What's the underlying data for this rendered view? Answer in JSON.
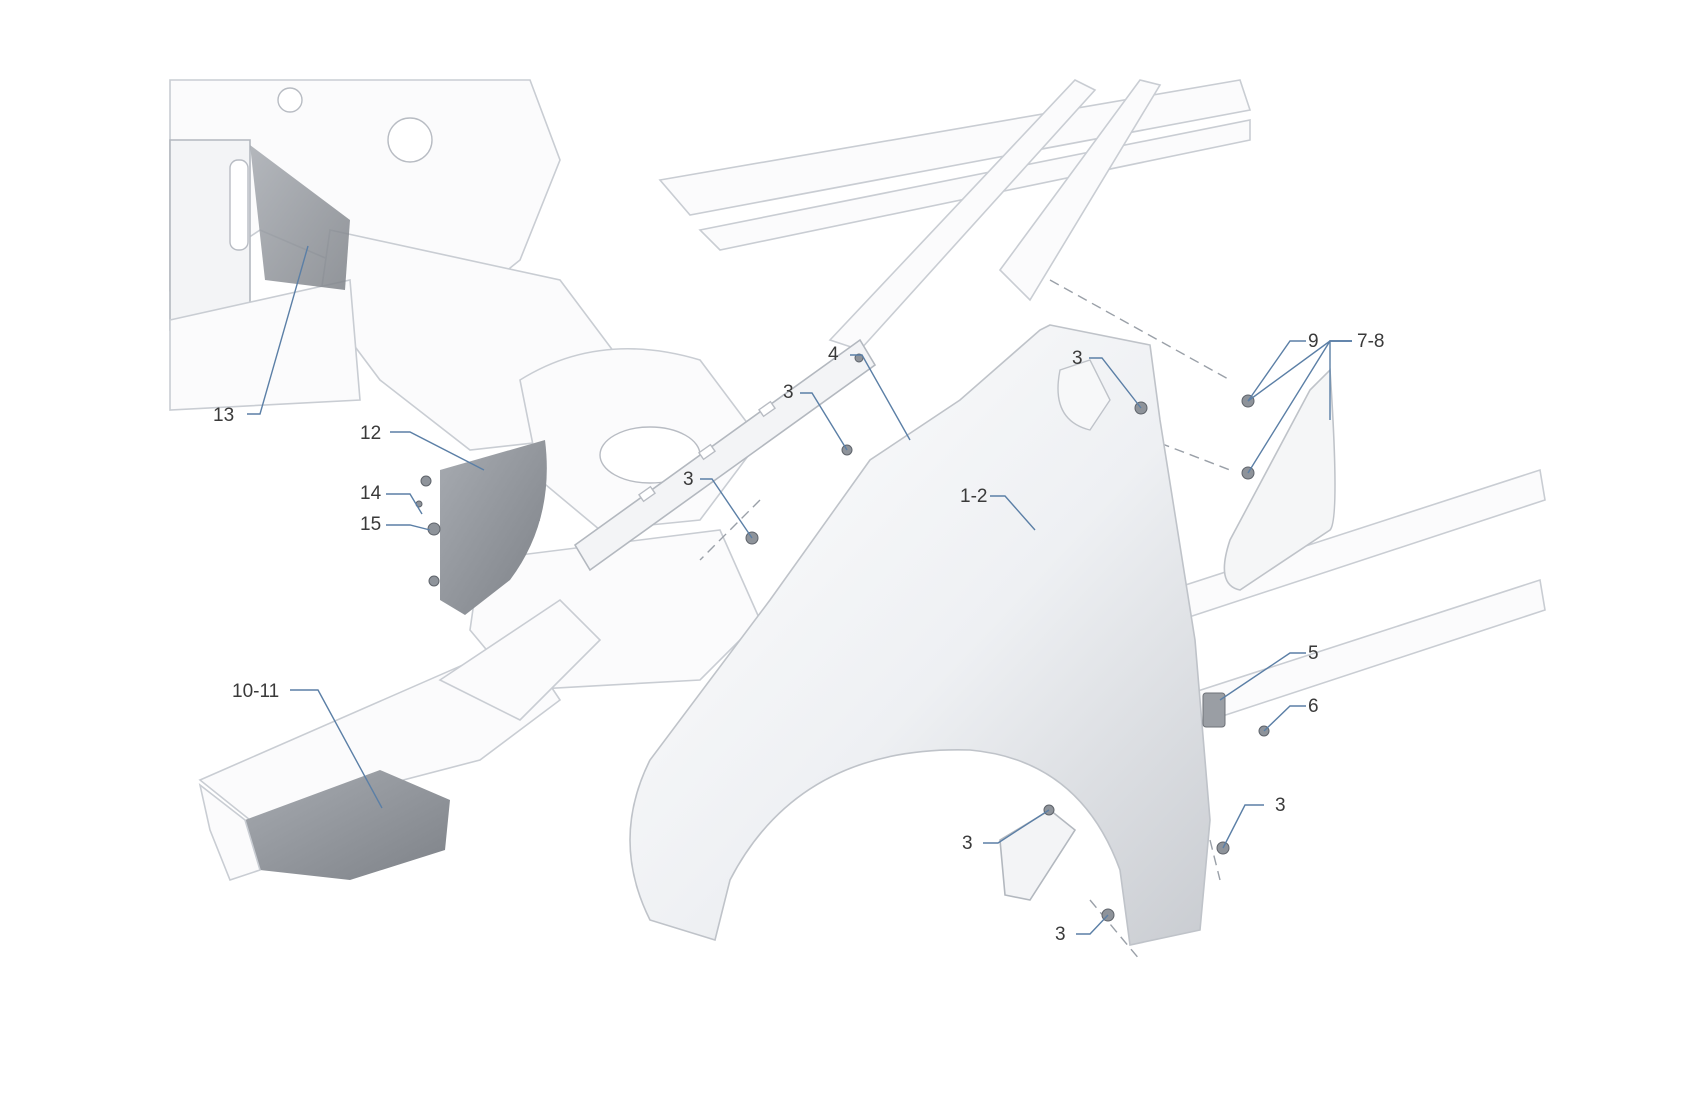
{
  "diagram": {
    "callouts": {
      "c13": "13",
      "c12": "12",
      "c14": "14",
      "c15": "15",
      "c10_11": "10-11",
      "c4": "4",
      "c3_a": "3",
      "c3_b": "3",
      "c3_c": "3",
      "c1_2": "1-2",
      "c9": "9",
      "c7_8": "7-8",
      "c5": "5",
      "c6": "6",
      "c3_d": "3",
      "c3_e": "3",
      "c3_f": "3"
    }
  },
  "colors": {
    "leader": "#5b7fa6",
    "text": "#3a3a3a",
    "panel_gray": "#8f9399",
    "outline": "#c9cdd3"
  }
}
